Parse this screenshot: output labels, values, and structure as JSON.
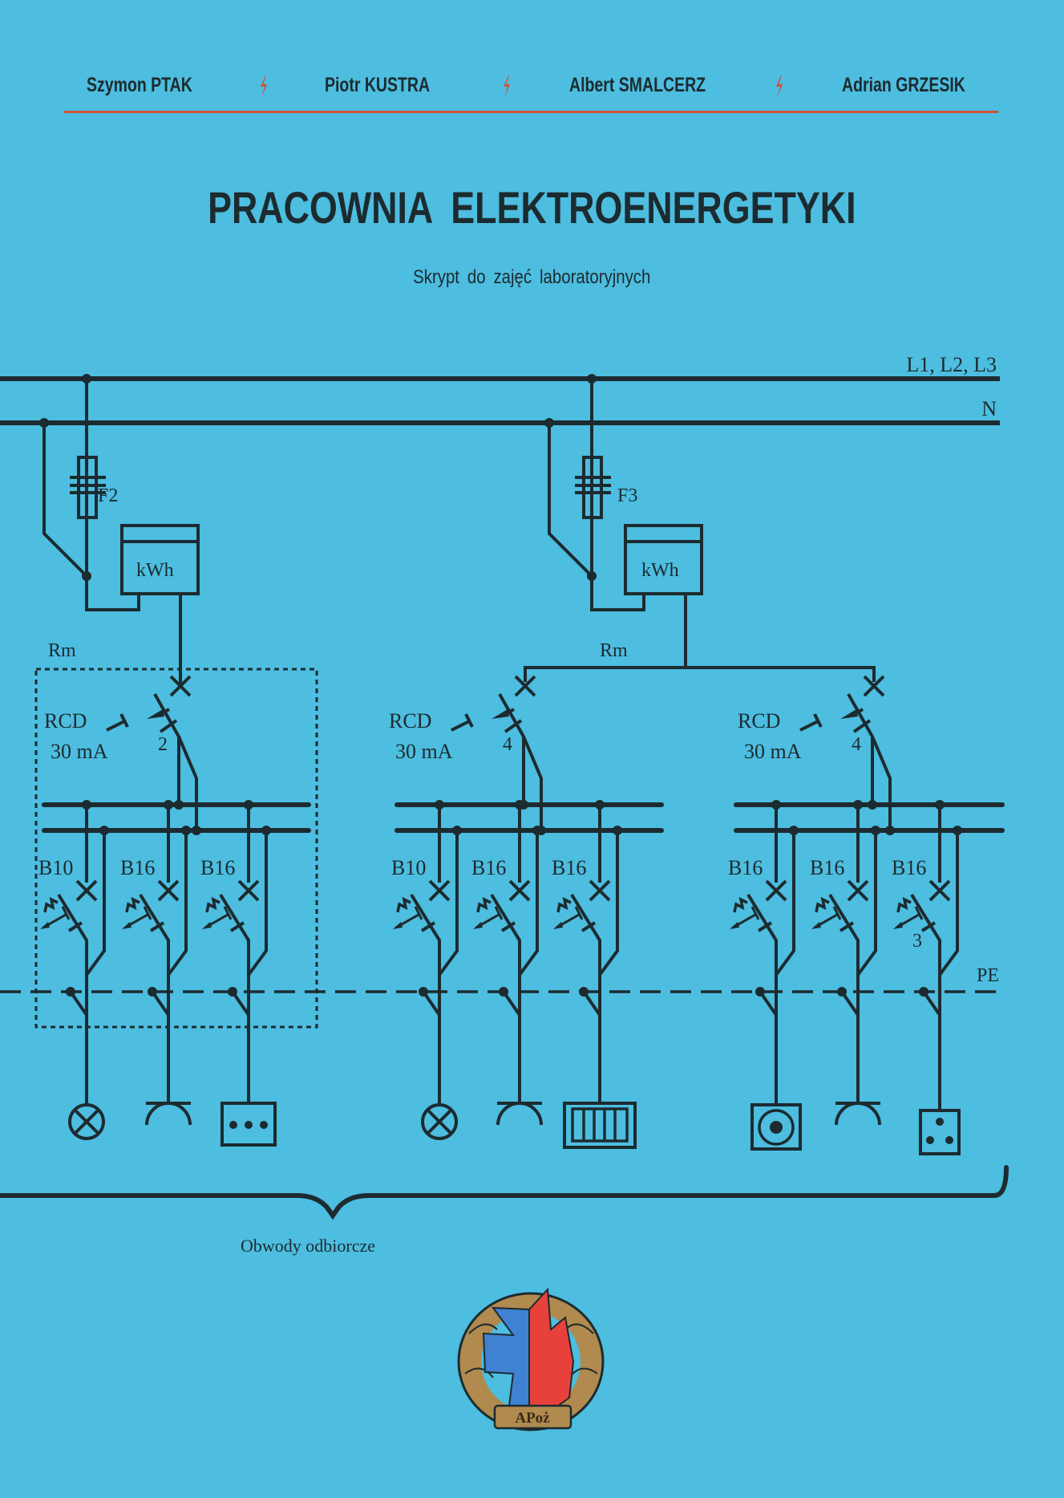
{
  "authors": [
    "Szymon PTAK",
    "Piotr KUSTRA",
    "Albert SMALCERZ",
    "Adrian GRZESIK"
  ],
  "separator_icon": "lightning-bolt-icon",
  "accent_color": "#d2503a",
  "background_color": "#4dbde0",
  "title": "PRACOWNIA ELEKTROENERGETYKI",
  "subtitle": "Skrypt do zajęć laboratoryjnych",
  "diagram": {
    "bus_labels": {
      "phases": "L1, L2, L3",
      "neutral": "N",
      "protective": "PE"
    },
    "fuses": [
      "F2",
      "F3"
    ],
    "meter_label": "kWh",
    "switchboard_label": "Rm",
    "rcd": [
      {
        "label": "RCD",
        "rating": "30 mA",
        "poles": "2"
      },
      {
        "label": "RCD",
        "rating": "30 mA",
        "poles": "4"
      },
      {
        "label": "RCD",
        "rating": "30 mA",
        "poles": "4"
      }
    ],
    "breakers": [
      "B10",
      "B16",
      "B16",
      "B10",
      "B16",
      "B16",
      "B16",
      "B16",
      "B16"
    ],
    "breaker_poles_note": "3",
    "loads": [
      "lamp",
      "socket",
      "three-dot-box",
      "lamp",
      "socket",
      "heater",
      "circle-dot-box",
      "socket",
      "three-phase-socket"
    ],
    "brace_label": "Obwody odbiorcze"
  },
  "logo": {
    "text": "APoż"
  }
}
